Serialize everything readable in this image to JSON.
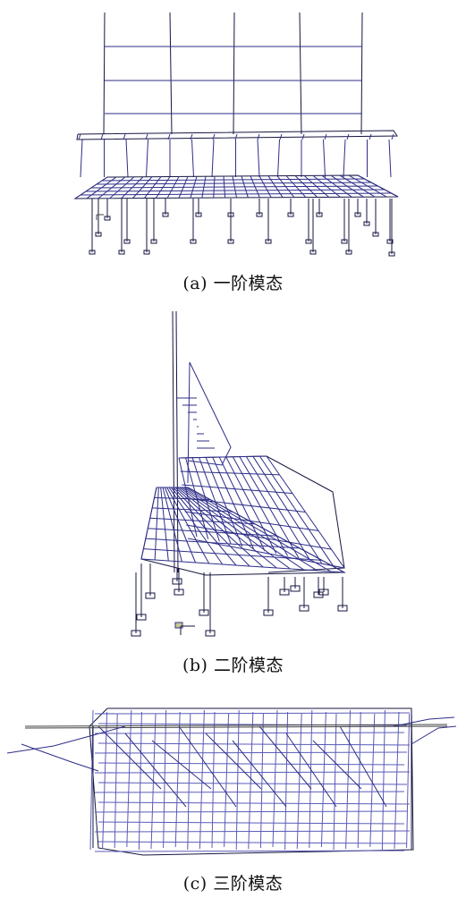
{
  "figure": {
    "panels": [
      {
        "id": "a",
        "caption": "(a) 一阶模态"
      },
      {
        "id": "b",
        "caption": "(b) 二阶模态"
      },
      {
        "id": "c",
        "caption": "(c) 三阶模态"
      }
    ],
    "colors": {
      "frame": "#2e2e8a",
      "frame_dark": "#151540",
      "background": "#ffffff",
      "axis_marker": "#c8c890"
    }
  }
}
